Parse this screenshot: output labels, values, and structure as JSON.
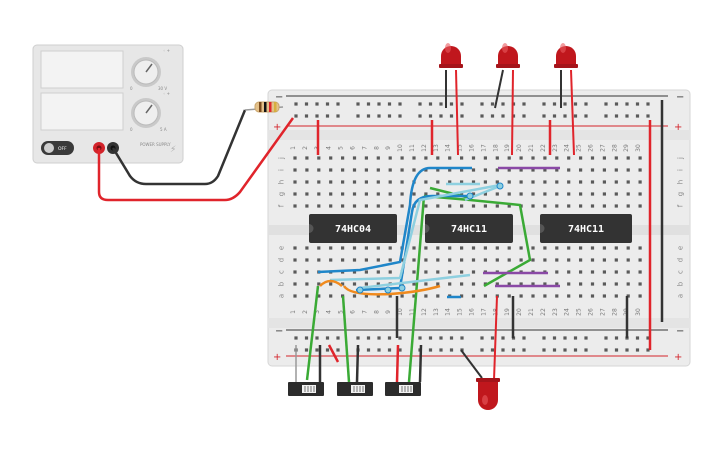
{
  "canvas": {
    "background": "#ffffff"
  },
  "power_supply": {
    "switch_label": "OFF",
    "voltage_knob": {
      "max_label": "30 V",
      "min_label": "0"
    },
    "current_knob": {
      "max_label": "5 A",
      "min_label": "0"
    },
    "brand_label": "POWER SUPPLY"
  },
  "chips": [
    {
      "id": "chip-1",
      "label": "74HC04"
    },
    {
      "id": "chip-2",
      "label": "74HC11"
    },
    {
      "id": "chip-3",
      "label": "74HC11"
    }
  ],
  "breadboard": {
    "rail_signs": {
      "plus": "+",
      "minus": "−"
    },
    "row_letters_top": [
      "j",
      "i",
      "h",
      "g",
      "f"
    ],
    "row_letters_bottom": [
      "e",
      "d",
      "c",
      "b",
      "a"
    ],
    "column_numbers": [
      "1",
      "2",
      "3",
      "4",
      "5",
      "6",
      "7",
      "8",
      "9",
      "10",
      "11",
      "12",
      "13",
      "14",
      "15",
      "16",
      "17",
      "18",
      "19",
      "20",
      "21",
      "22",
      "23",
      "24",
      "25",
      "26",
      "27",
      "28",
      "29",
      "30"
    ]
  },
  "colors": {
    "led": "#c0171d",
    "wire_red": "#e0242b",
    "wire_black": "#333333",
    "wire_green": "#3aaa35",
    "wire_blue": "#1f86c9",
    "wire_lightblue": "#8ed0e0",
    "wire_orange": "#f08a1d",
    "wire_purple": "#8a49a6",
    "chip_body": "#333333"
  },
  "components": {
    "leds": 4,
    "switches": 3,
    "resistor": 1
  }
}
